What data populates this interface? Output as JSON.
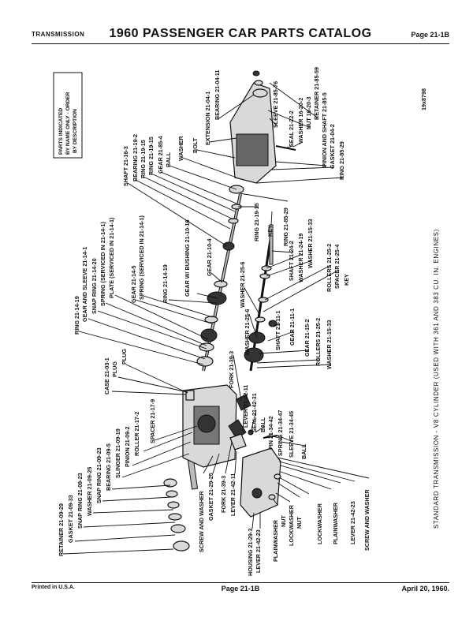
{
  "header": {
    "section": "TRANSMISSION",
    "title": "1960 PASSENGER CAR PARTS CATALOG",
    "page": "Page 21-1B"
  },
  "footer": {
    "printed": "Printed in U.S.A.",
    "page": "Page 21-1B",
    "date": "April 20, 1960."
  },
  "notice": {
    "line1": "PARTS INDICATED",
    "line2": "BY NAME ONLY - ORDER",
    "line3": "BY DESCRIPTION"
  },
  "figure_number": "19x8798",
  "caption": "STANDARD TRANSMISSION - V8 CYLINDER (USED WITH 361 AND 383 CU. IN. ENGINES)",
  "labels": [
    "RETAINER 21-09-29",
    "GASKET 21-09-33",
    "SNAP RING 21-09-23",
    "WASHER 21-09-25",
    "SNAP RING 21-09-23",
    "BEARING 21-09-5",
    "SLINGER 21-09-19",
    "PINION 21-09-2",
    "ROLLER 21-17-2",
    "SPACER 21-17-9",
    "CASE 21-03-1",
    "PLUG",
    "PLUG",
    "RING 21-14-19",
    "GEAR AND SLEEVE 21-14-1",
    "SNAP RING 21-14-20",
    "SPRING (SERVICED IN 21-14-1)",
    "PLATE (SERVICED IN 21-14-1)",
    "GEAR 21-14-5",
    "SPRING (SERVICED IN 21-14-1)",
    "RING 21-14-19",
    "GEAR W/ BUSHING 21-10-16",
    "GEAR 21-10-4",
    "SHAFT 21-16-3",
    "BEARING 21-19-2",
    "RING 21-19-15",
    "RING 21-19-15",
    "GEAR 21-85-4",
    "BALL",
    "WASHER",
    "BOLT",
    "EXTENSION 21-04-1",
    "BEARING 21-04-11",
    "SLEEVE 21-85-76",
    "SEAL 21-22-2",
    "WASHER 16-20-2",
    "NUT 16-20-3",
    "RETAINER 21-85-59",
    "PINION AND SHAFT 21-85-5",
    "GASKET 21-04-2",
    "RING 21-85-29",
    "RING 21-85-29",
    "KEY",
    "RING 21-19-15",
    "SHAFT 21-24-2",
    "WASHER 21-24-19",
    "WASHER 21-15-33",
    "ROLLERS 21-25-2",
    "SPACER 21-25-4",
    "KEY",
    "WASHER 21-25-6",
    "WASHER 21-25-6",
    "SHAFT 21-11-1",
    "GEAR 21-11-1",
    "GEAR 21-15-2",
    "ROLLERS 21-25-2",
    "WASHER 21-15-33",
    "FORK 21-39-3",
    "LEVER 21-42-11",
    "SEAL 21-42-31",
    "BALL",
    "PIN 21-34-42",
    "SPRING 21-34-47",
    "SLEEVE 21-34-45",
    "BALL",
    "SCREW AND WASHER",
    "GASKET 21-29-25",
    "FORK 21-39-3",
    "LEVER 21-42-11",
    "HOUSING 21-29-3",
    "LEVER 21-42-23",
    "PLAINWASHER",
    "NUT",
    "LOCKWASHER",
    "NUT",
    "LOCKWASHER",
    "PLAINWASHER",
    "LEVER 21-42-23",
    "SCREW AND WASHER"
  ]
}
